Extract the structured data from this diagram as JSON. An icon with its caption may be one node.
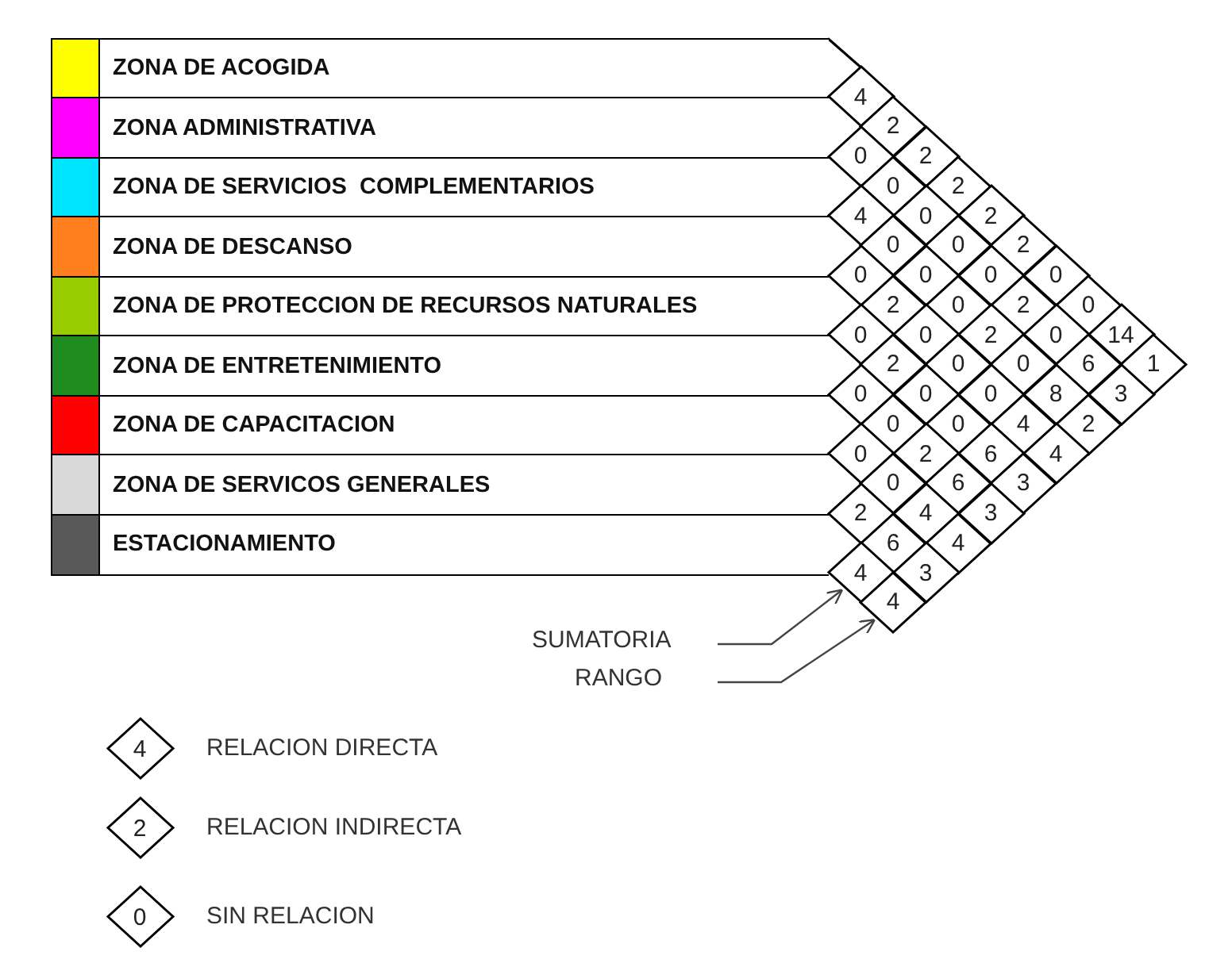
{
  "diagram": {
    "nodes": [
      {
        "text": [
          "SUMATORIA"
        ]
      },
      {
        "text": [
          "RANGO"
        ]
      },
      {
        "text": [
          "4"
        ]
      },
      {
        "text": [
          "4"
        ]
      }
    ],
    "edges": [
      {
        "from": 0,
        "to": 2,
        "arrow": "to"
      },
      {
        "from": 1,
        "to": 3,
        "arrow": "to"
      }
    ],
    "labels": [
      "4",
      "2",
      "2",
      "2",
      "2",
      "2",
      "0",
      "0",
      "14",
      "1",
      "0",
      "0",
      "0",
      "0",
      "0",
      "2",
      "0",
      "6",
      "3",
      "4",
      "0",
      "0",
      "0",
      "2",
      "0",
      "8",
      "2",
      "0",
      "2",
      "0",
      "0",
      "0",
      "4",
      "4",
      "0",
      "2",
      "0",
      "0",
      "6",
      "3",
      "0",
      "0",
      "2",
      "6",
      "3",
      "0",
      "0",
      "4",
      "4",
      "2",
      "6",
      "3",
      "4",
      "2",
      "0"
    ],
    "legend": [
      {
        "text": "ZONA DE ACOGIDA",
        "color": "#ffff00"
      },
      {
        "text": "ZONA ADMINISTRATIVA",
        "color": "#ff00ff"
      },
      {
        "text": "ZONA DE SERVICIOS  COMPLEMENTARIOS",
        "color": "#00e5ff"
      },
      {
        "text": "ZONA DE DESCANSO",
        "color": "#ff7f1f"
      },
      {
        "text": "ZONA DE PROTECCION DE RECURSOS NATURALES",
        "color": "#99cc00"
      },
      {
        "text": "ZONA DE ENTRETENIMIENTO",
        "color": "#1e8c1e"
      },
      {
        "text": "ZONA DE CAPACITACION",
        "color": "#ff0000"
      },
      {
        "text": "ZONA DE SERVICOS GENERALES",
        "color": "#d9d9d9"
      },
      {
        "text": "ESTACIONAMIENTO",
        "color": "#595959"
      },
      {
        "text": "RELACION DIRECTA"
      },
      {
        "text": "RELACION INDIRECTA"
      },
      {
        "text": "SIN RELACION"
      }
    ]
  }
}
